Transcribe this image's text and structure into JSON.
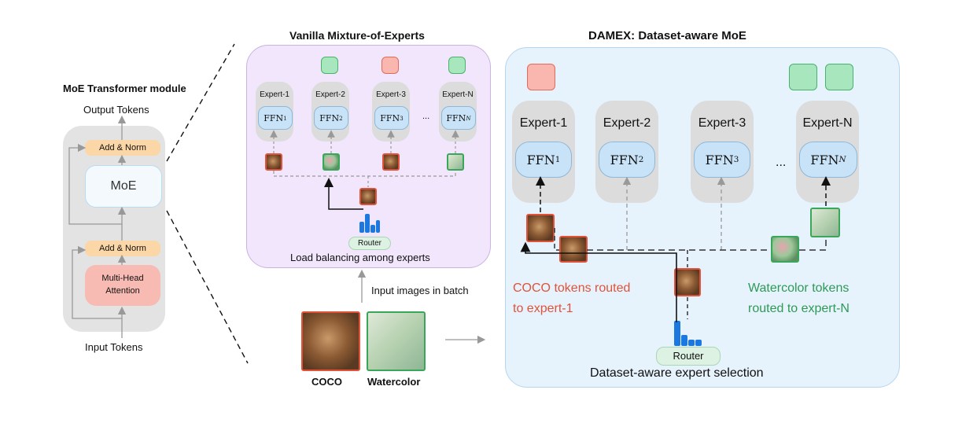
{
  "left": {
    "title": "MoE Transformer module",
    "output_tokens": "Output Tokens",
    "input_tokens": "Input Tokens",
    "add_norm_top": "Add & Norm",
    "add_norm_bottom": "Add & Norm",
    "moe": "MoE",
    "mha_line1": "Multi-Head",
    "mha_line2": "Attention"
  },
  "vanilla": {
    "title": "Vanilla Mixture-of-Experts",
    "experts": [
      "Expert-1",
      "Expert-2",
      "Expert-3",
      "Expert-N"
    ],
    "ffn_labels": [
      "FFN",
      "FFN",
      "FFN",
      "FFN"
    ],
    "ffn_subs": [
      "1",
      "2",
      "3",
      "N"
    ],
    "ellipsis": "...",
    "router": "Router",
    "caption": "Load balancing among experts"
  },
  "middle": {
    "batch_label": "Input images in batch",
    "coco": "COCO",
    "watercolor": "Watercolor"
  },
  "damex": {
    "title": "DAMEX: Dataset-aware MoE",
    "experts": [
      "Expert-1",
      "Expert-2",
      "Expert-3",
      "Expert-N"
    ],
    "ffn_labels": [
      "FFN",
      "FFN",
      "FFN",
      "FFN"
    ],
    "ffn_subs": [
      "1",
      "2",
      "3",
      "N"
    ],
    "ellipsis": "...",
    "coco_line1": "COCO tokens routed",
    "coco_line2": "to expert-1",
    "water_line1": "Watercolor tokens",
    "water_line2": "routed to expert-N",
    "router": "Router",
    "caption": "Dataset-aware expert selection"
  },
  "colors": {
    "vanilla_bg": "#f1e6fb",
    "damex_bg": "#e6f2fc",
    "coco_red": "#e0533a",
    "water_green": "#2e9a55",
    "router_blue": "#1a78e0"
  }
}
